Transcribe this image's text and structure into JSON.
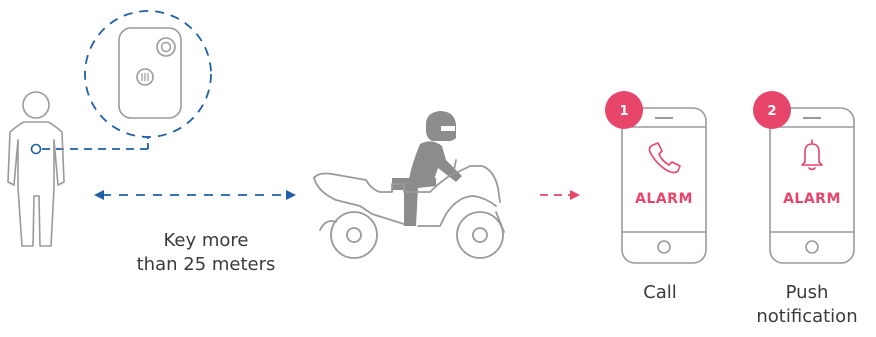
{
  "colors": {
    "outline": "#9a9a9a",
    "dash_blue": "#1f5fa8",
    "accent": "#e8456a",
    "rider": "#8c8c8c",
    "text": "#3a3a3a"
  },
  "icons": [
    "person-icon",
    "key-tag-icon",
    "motorcycle-rider-icon",
    "phone-icon",
    "phone-call-icon",
    "bell-icon"
  ],
  "distance": {
    "line1": "Key more",
    "line2": "than 25 meters"
  },
  "phones": [
    {
      "badge": "1",
      "alarm": "ALARM",
      "caption_line1": "Call",
      "caption_line2": ""
    },
    {
      "badge": "2",
      "alarm": "ALARM",
      "caption_line1": "Push",
      "caption_line2": "notification"
    }
  ]
}
